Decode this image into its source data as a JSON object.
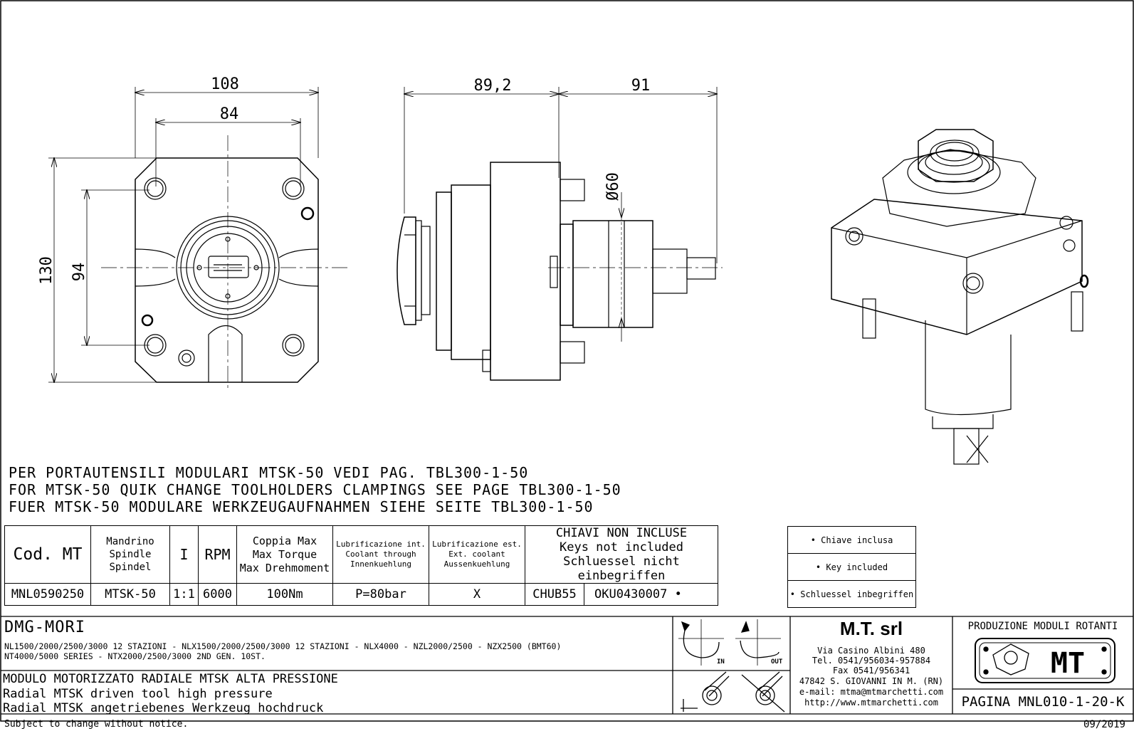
{
  "dimensions": {
    "width_overall": "108",
    "width_holes": "84",
    "height_overall": "130",
    "height_holes": "94",
    "length_front": "89,2",
    "length_rear": "91",
    "diameter": "Ø60"
  },
  "notes": [
    "PER PORTAUTENSILI MODULARI MTSK-50 VEDI PAG. TBL300-1-50",
    "FOR MTSK-50 QUIK CHANGE TOOLHOLDERS CLAMPINGS SEE PAGE TBL300-1-50",
    "FUER MTSK-50 MODULARE WERKZEUGAUFNAHMEN SIEHE SEITE TBL300-1-50"
  ],
  "spec_table": {
    "headers": {
      "code": "Cod. MT",
      "spindle": [
        "Mandrino",
        "Spindle",
        "Spindel"
      ],
      "ratio": "I",
      "rpm": "RPM",
      "torque": [
        "Coppia Max",
        "Max Torque",
        "Max Drehmoment"
      ],
      "lub_int": [
        "Lubrificazione int.",
        "Coolant through",
        "Innenkuehlung"
      ],
      "lub_ext": [
        "Lubrificazione est.",
        "Ext. coolant",
        "Aussenkuehlung"
      ],
      "keys": [
        "CHIAVI NON INCLUSE",
        "Keys not included",
        "Schluessel nicht einbegriffen"
      ]
    },
    "row": {
      "code": "MNL0590250",
      "spindle": "MTSK-50",
      "ratio": "1:1",
      "rpm": "6000",
      "torque": "100Nm",
      "lub_int": "P=80bar",
      "lub_ext": "X",
      "key1": "CHUB55",
      "key2": "OKU0430007 •"
    }
  },
  "key_legend": [
    "• Chiave inclusa",
    "• Key included",
    "• Schluessel inbegriffen"
  ],
  "title_block": {
    "machine": "DMG-MORI",
    "machine_models_1": "NL1500/2000/2500/3000 12 STAZIONI - NLX1500/2000/2500/3000 12 STAZIONI - NLX4000 - NZL2000/2500 - NZX2500 (BMT60)",
    "machine_models_2": "NT4000/5000 SERIES - NTX2000/2500/3000 2ND GEN. 10ST.",
    "description_it": "MODULO MOTORIZZATO RADIALE MTSK ALTA PRESSIONE",
    "description_en": "Radial MTSK driven tool high pressure",
    "description_de": "Radial MTSK angetriebenes Werkzeug hochdruck",
    "rotation_in": "IN",
    "rotation_out": "OUT",
    "company": {
      "name": "M.T. srl",
      "address": "Via Casino Albini 480",
      "tel": "Tel. 0541/956034-957884",
      "fax": "Fax 0541/956341",
      "city": "47842 S. GIOVANNI IN M. (RN)",
      "email": "e-mail: mtma@mtmarchetti.com",
      "web": "http://www.mtmarchetti.com"
    },
    "product_line": "PRODUZIONE MODULI ROTANTI",
    "logo_text": "MT",
    "page": "PAGINA MNL010-1-20-K"
  },
  "footer": {
    "disclaimer": "Subject to change without notice.",
    "date": "09/2019"
  }
}
